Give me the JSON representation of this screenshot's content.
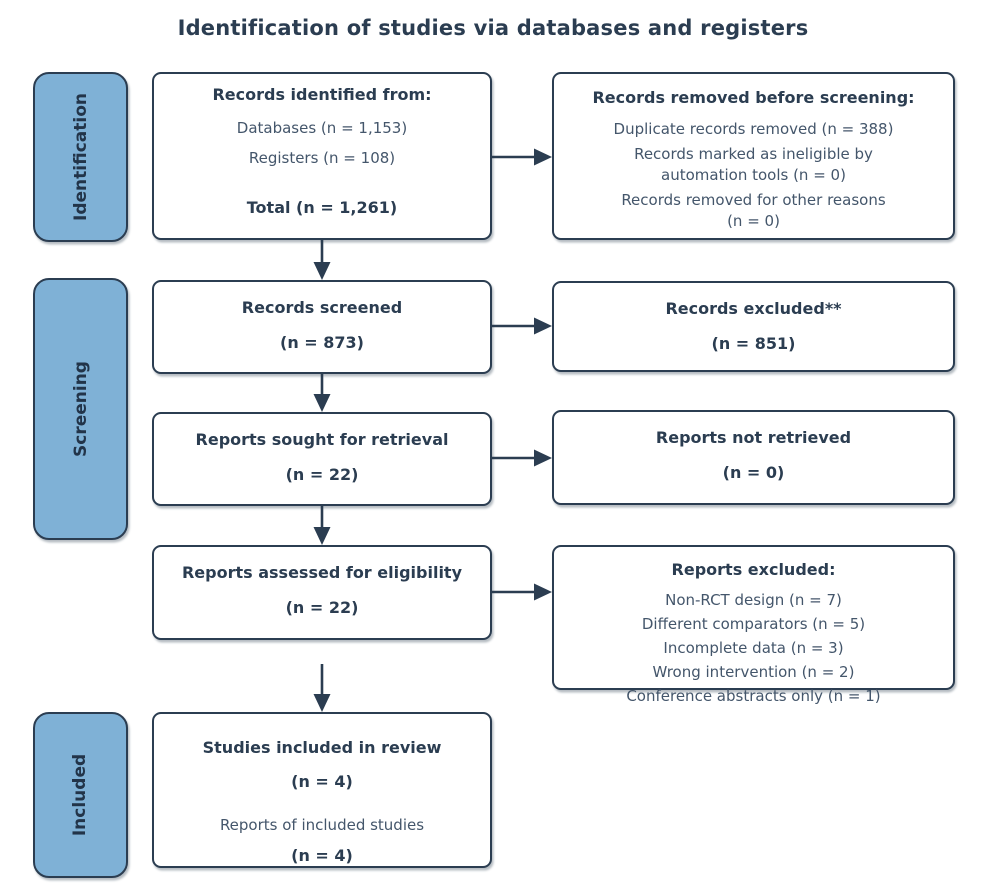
{
  "title": "Identification of studies via databases and registers",
  "colors": {
    "stage_fill": "#7FB1D6",
    "line_and_border": "#2B3D51",
    "body_text": "#44566B"
  },
  "stages": [
    {
      "label": "Identification"
    },
    {
      "label": "Screening"
    },
    {
      "label": "Included"
    }
  ],
  "boxes": {
    "records_identified": {
      "heading": "Records identified from:",
      "line1": "Databases (n = 1,153)",
      "line2": "Registers (n = 108)",
      "total": "Total (n = 1,261)"
    },
    "records_removed": {
      "heading": "Records removed before screening:",
      "item1": "Duplicate records removed (n = 388)",
      "item2": "Records marked as ineligible by\nautomation tools (n = 0)",
      "item3": "Records removed for other reasons\n(n = 0)"
    },
    "records_screened": {
      "heading": "Records screened",
      "count": "(n = 873)"
    },
    "records_excluded": {
      "heading": "Records excluded**",
      "count": "(n = 851)"
    },
    "reports_sought": {
      "heading": "Reports sought for retrieval",
      "count": "(n = 22)"
    },
    "reports_not_retrieved": {
      "heading": "Reports not retrieved",
      "count": "(n = 0)"
    },
    "reports_assessed": {
      "heading": "Reports assessed for eligibility",
      "count": "(n = 22)"
    },
    "reports_excluded": {
      "heading": "Reports excluded:",
      "item1": "Non-RCT design (n = 7)",
      "item2": "Different comparators (n = 5)",
      "item3": "Incomplete data (n = 3)",
      "item4": "Wrong intervention (n = 2)",
      "item5": "Conference abstracts only (n = 1)"
    },
    "studies_included": {
      "heading": "Studies included in review",
      "count": "(n = 4)",
      "subheading": "Reports of included studies",
      "subcount": "(n = 4)"
    }
  }
}
